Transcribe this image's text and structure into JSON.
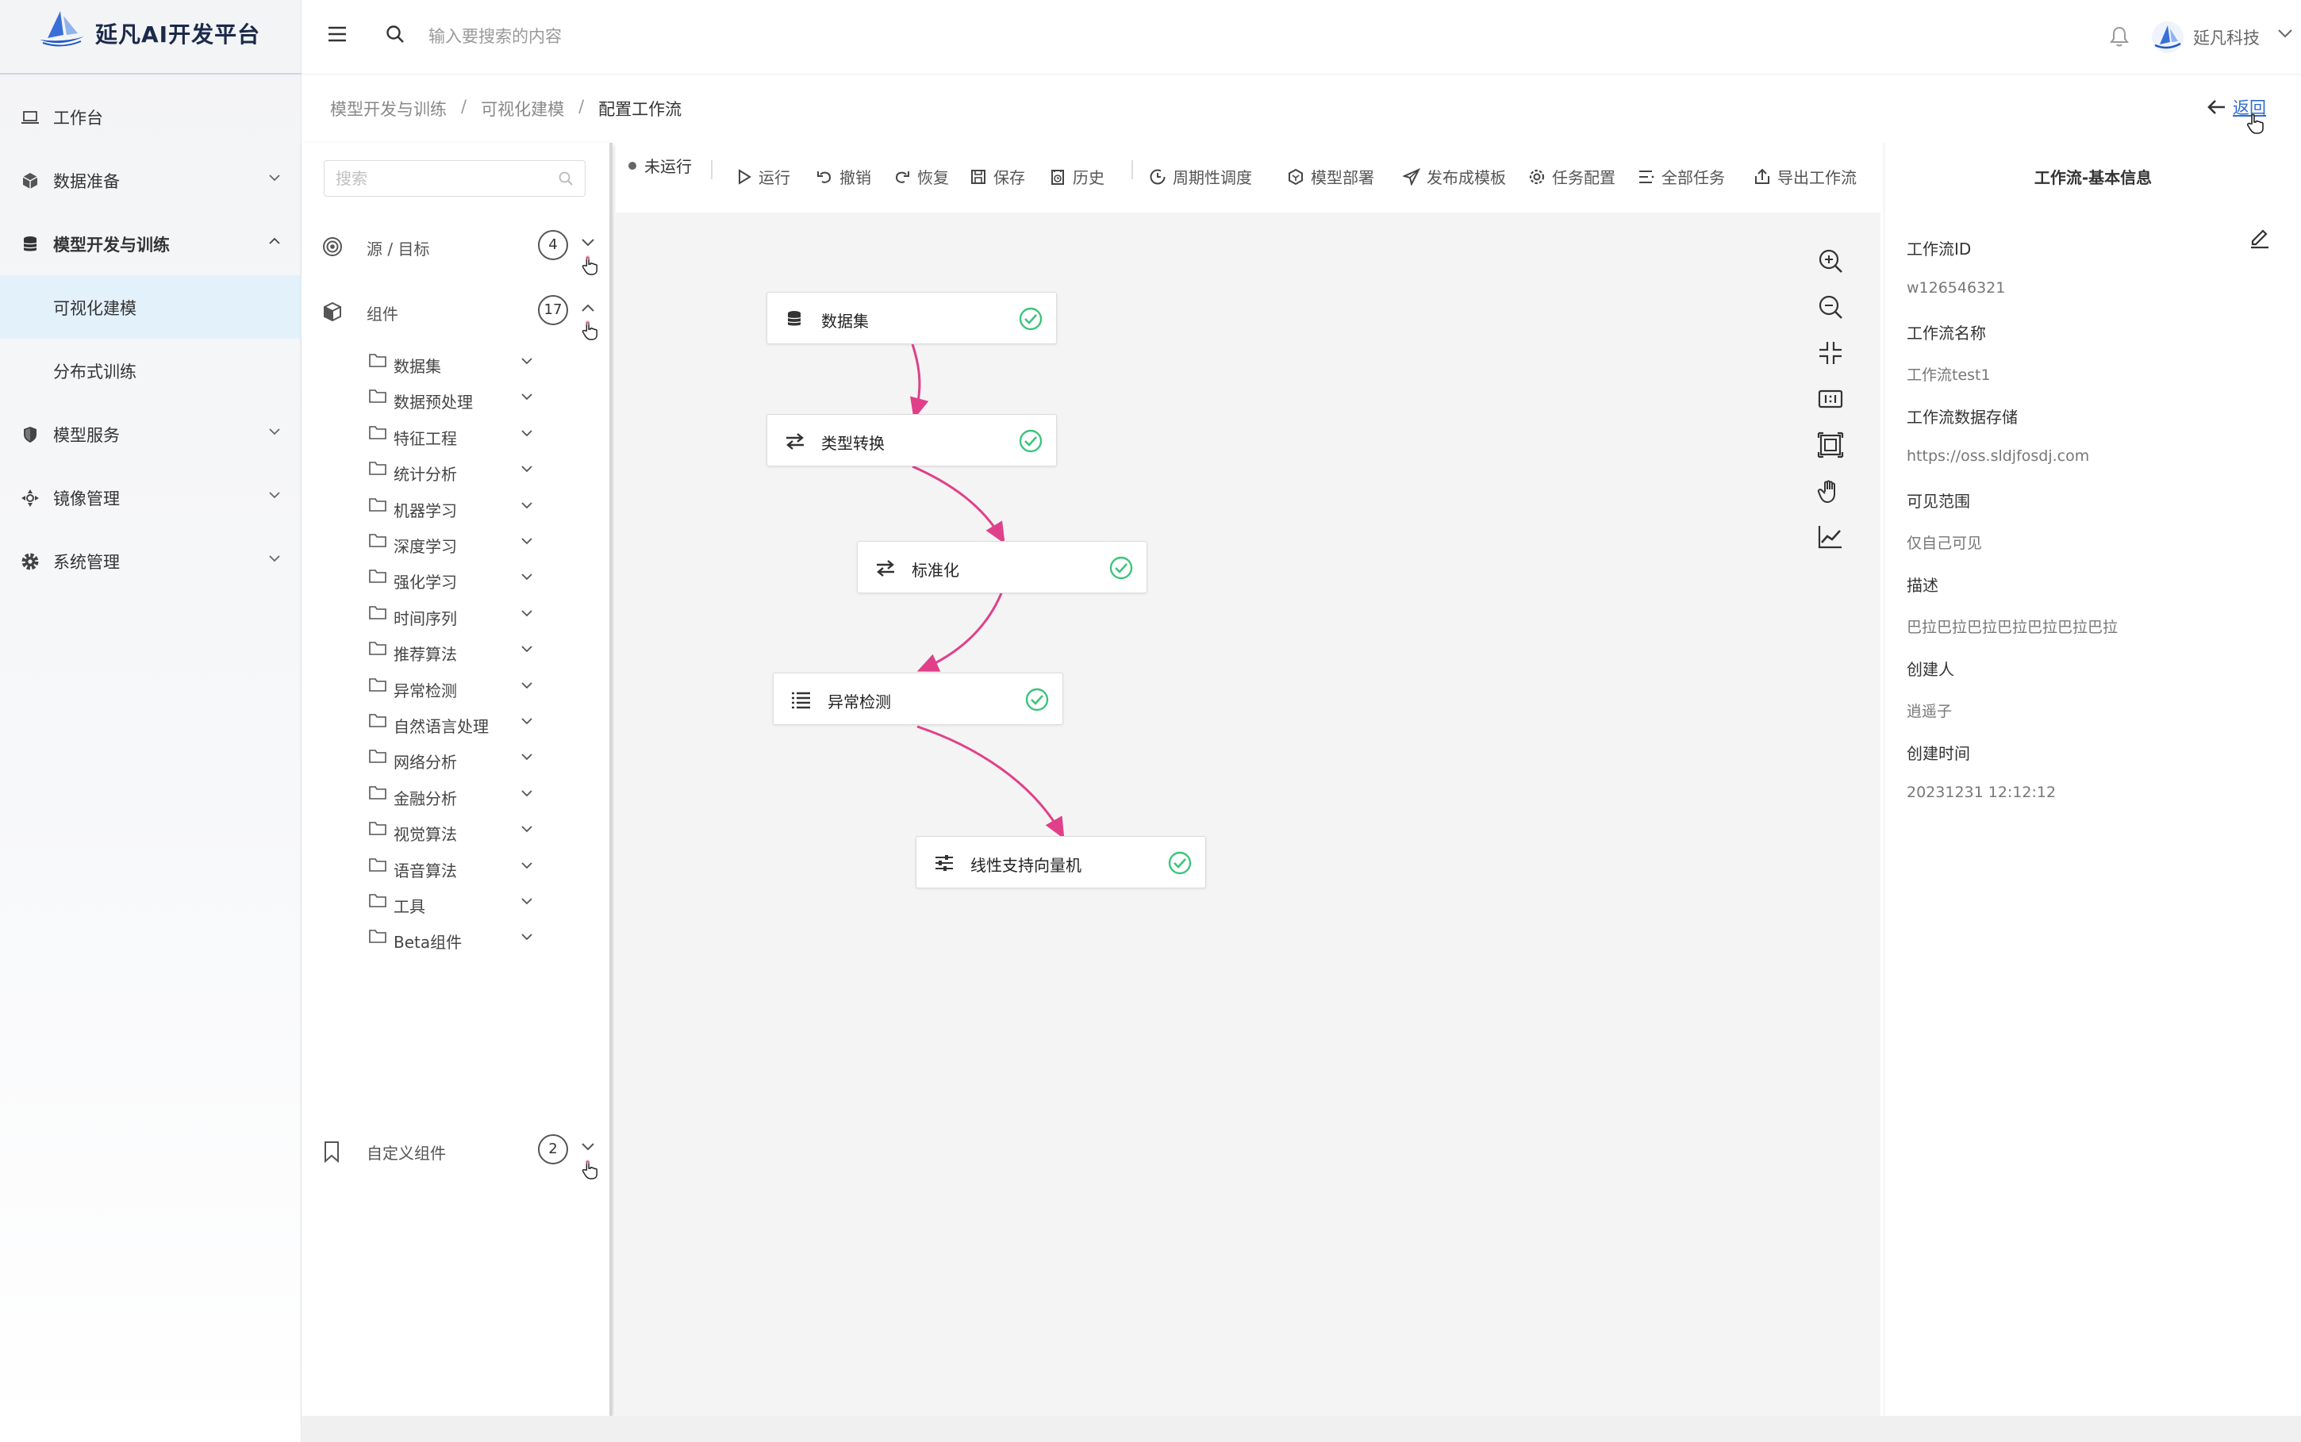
{
  "app": {
    "title": "延凡AI开发平台"
  },
  "sidebar": {
    "items": [
      {
        "label": "工作台",
        "icon": "laptop-icon"
      },
      {
        "label": "数据准备",
        "icon": "box-icon"
      },
      {
        "label": "模型开发与训练",
        "icon": "database-icon",
        "expanded": true
      },
      {
        "label": "可视化建模",
        "sub": true,
        "active": true
      },
      {
        "label": "分布式训练",
        "sub": true
      },
      {
        "label": "模型服务",
        "icon": "shield-icon"
      },
      {
        "label": "镜像管理",
        "icon": "crosshair-icon"
      },
      {
        "label": "系统管理",
        "icon": "gear-icon"
      }
    ]
  },
  "topbar": {
    "search_placeholder": "输入要搜索的内容",
    "user_name": "延凡科技"
  },
  "breadcrumb": [
    "模型开发与训练",
    "可视化建模",
    "配置工作流"
  ],
  "back_label": "返回",
  "left_panel": {
    "search_placeholder": "搜索",
    "groups": [
      {
        "label": "源 / 目标",
        "count": "4"
      },
      {
        "label": "组件",
        "count": "17"
      },
      {
        "label": "自定义组件",
        "count": "2"
      }
    ],
    "folders": [
      "数据集",
      "数据预处理",
      "特征工程",
      "统计分析",
      "机器学习",
      "深度学习",
      "强化学习",
      "时间序列",
      "推荐算法",
      "异常检测",
      "自然语言处理",
      "网络分析",
      "金融分析",
      "视觉算法",
      "语音算法",
      "工具",
      "Beta组件"
    ]
  },
  "toolbar": {
    "status": "未运行",
    "buttons": [
      "运行",
      "撤销",
      "恢复",
      "保存",
      "历史",
      "周期性调度",
      "模型部署",
      "发布成模板",
      "任务配置",
      "全部任务",
      "导出工作流"
    ]
  },
  "workflow": {
    "nodes": [
      {
        "label": "数据集",
        "icon": "database-icon",
        "status": "success"
      },
      {
        "label": "类型转换",
        "icon": "swap-icon",
        "status": "success"
      },
      {
        "label": "标准化",
        "icon": "swap-icon",
        "status": "success"
      },
      {
        "label": "异常检测",
        "icon": "list-icon",
        "status": "success"
      },
      {
        "label": "线性支持向量机",
        "icon": "sliders-icon",
        "status": "success"
      }
    ],
    "edge_color": "#e0408a",
    "success_color": "#3cc47c"
  },
  "right_panel": {
    "title": "工作流-基本信息",
    "fields": [
      {
        "key": "工作流ID",
        "value": "w126546321"
      },
      {
        "key": "工作流名称",
        "value": "工作流test1"
      },
      {
        "key": "工作流数据存储",
        "value": "https://oss.sldjfosdj.com"
      },
      {
        "key": "可见范围",
        "value": "仅自己可见"
      },
      {
        "key": "描述",
        "value": "巴拉巴拉巴拉巴拉巴拉巴拉巴拉"
      },
      {
        "key": "创建人",
        "value": "逍遥子"
      },
      {
        "key": "创建时间",
        "value": "20231231 12:12:12"
      }
    ]
  },
  "colors": {
    "accent": "#2f6bd0",
    "active_bg": "#e3f1fb",
    "brand_dark": "#1b2a4a"
  }
}
